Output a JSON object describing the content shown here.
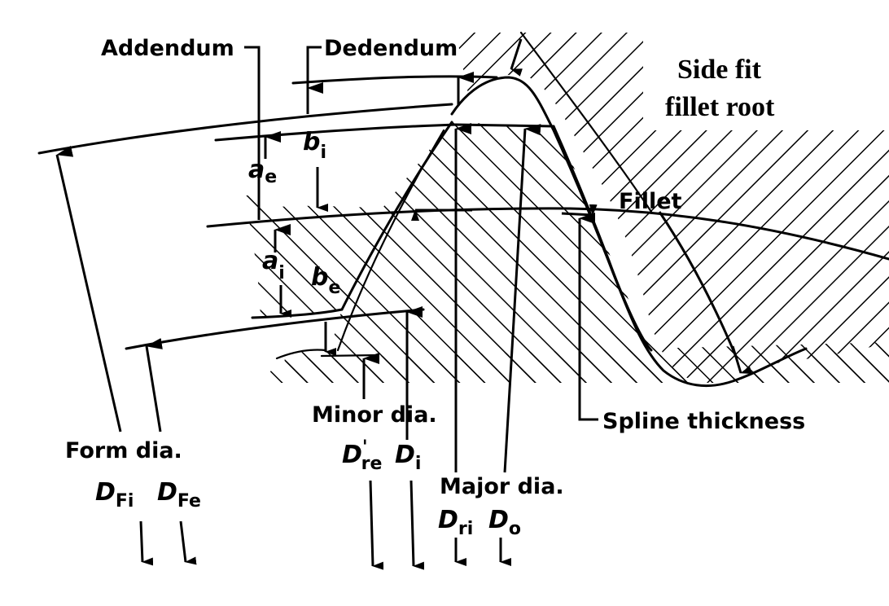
{
  "title": {
    "line1": "Side fit",
    "line2": "fillet root"
  },
  "labels": {
    "addendum": "Addendum",
    "dedendum": "Dedendum",
    "fillet": "Fillet",
    "spline_thickness": "Spline thickness",
    "minor_dia": "Minor dia.",
    "major_dia": "Major dia.",
    "form_dia": "Form dia."
  },
  "symbols": {
    "a_e": {
      "base": "a",
      "sub": "e"
    },
    "b_i": {
      "base": "b",
      "sub": "i"
    },
    "a_i": {
      "base": "a",
      "sub": "i"
    },
    "b_e": {
      "base": "b",
      "sub": "e"
    },
    "D_Fi": {
      "base": "D",
      "sub": "Fi"
    },
    "D_Fe": {
      "base": "D",
      "sub": "Fe"
    },
    "D_re": {
      "base": "D",
      "sub": "re",
      "prime": "'"
    },
    "D_i": {
      "base": "D",
      "sub": "i"
    },
    "D_ri": {
      "base": "D",
      "sub": "ri"
    },
    "D_o": {
      "base": "D",
      "sub": "o"
    }
  },
  "colors": {
    "ink": "#000000",
    "paper": "#ffffff"
  }
}
